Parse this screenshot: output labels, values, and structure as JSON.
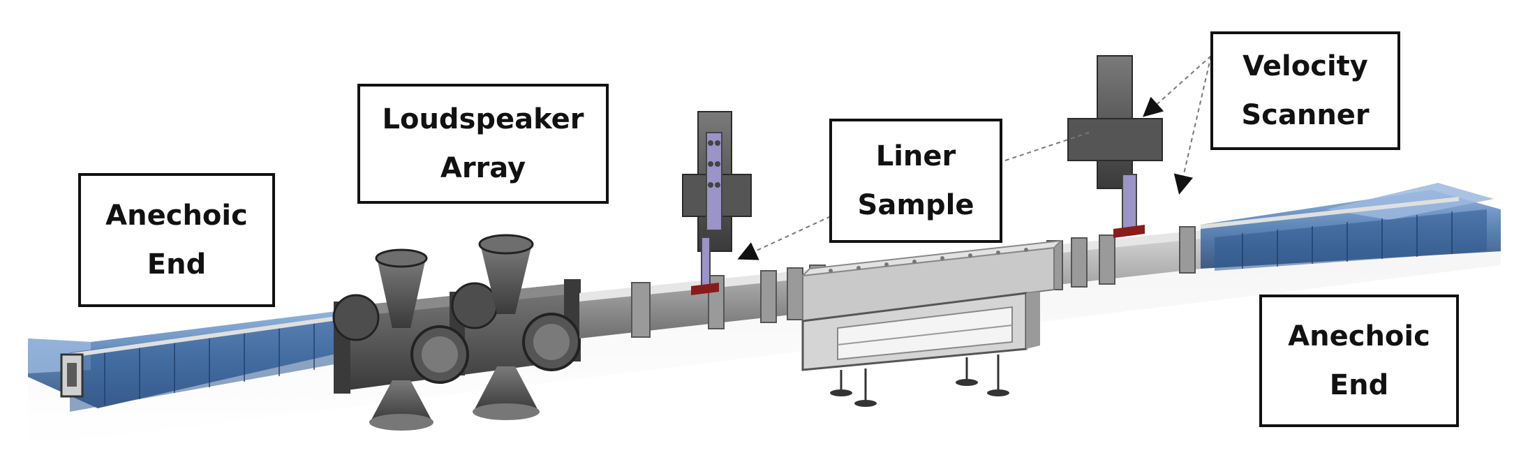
{
  "labels": {
    "anechoic_end_left": [
      "Anechoic",
      "End"
    ],
    "loudspeaker_array": [
      "Loudspeaker",
      "Array"
    ],
    "liner_sample": [
      "Liner",
      "Sample"
    ],
    "velocity_scanner": [
      "Velocity",
      "Scanner"
    ],
    "anechoic_end_right": [
      "Anechoic",
      "End"
    ]
  },
  "colors": {
    "duct_metal": "#a9a9a9",
    "duct_dark": "#5a5a5a",
    "anechoic_blue": "#4e7fb8",
    "scanner_dark": "#4a4a4a",
    "scanner_probe": "#9a94c8",
    "probe_tip": "#8a1b1b",
    "label_border": "#111111"
  }
}
